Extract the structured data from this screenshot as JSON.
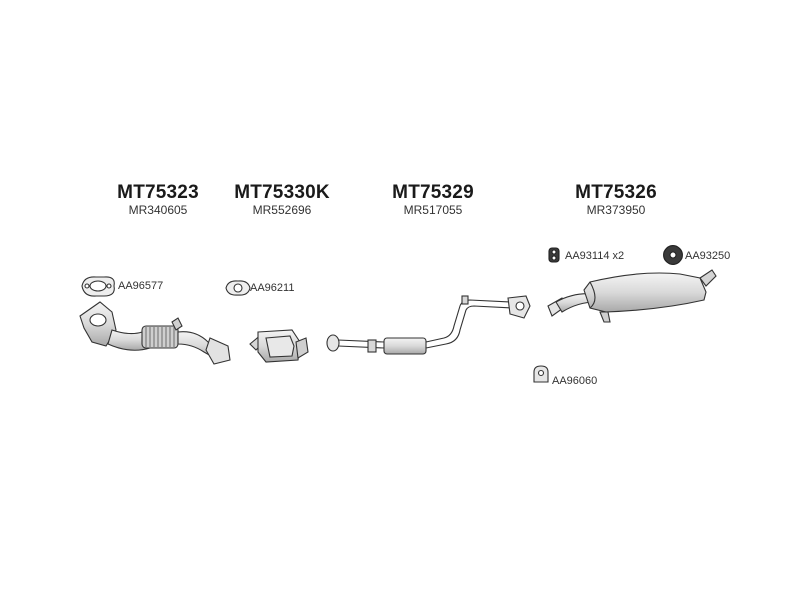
{
  "parts": [
    {
      "code": "MT75323",
      "ref": "MR340605"
    },
    {
      "code": "MT75330K",
      "ref": "MR552696"
    },
    {
      "code": "MT75329",
      "ref": "MR517055"
    },
    {
      "code": "MT75326",
      "ref": "MR373950"
    }
  ],
  "accessories": [
    {
      "code": "AA96577",
      "icon": "flange-gasket-icon"
    },
    {
      "code": "AA96211",
      "icon": "ring-gasket-icon"
    },
    {
      "code": "AA93114 x2",
      "icon": "rubber-hanger-icon"
    },
    {
      "code": "AA93250",
      "icon": "rubber-mount-icon"
    },
    {
      "code": "AA96060",
      "icon": "bracket-clamp-icon"
    }
  ]
}
